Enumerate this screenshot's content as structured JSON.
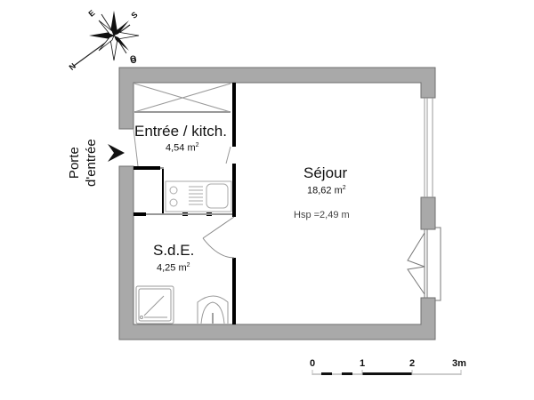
{
  "plan": {
    "colors": {
      "wall": "#a9a9a9",
      "wall_stroke": "#6e6e6e",
      "partition": "#000000",
      "fixture": "#999999",
      "text": "#111111"
    },
    "rooms": [
      {
        "id": "entree",
        "name": "Entrée / kitch.",
        "area": "4,54 m",
        "area_unit_exp": "2"
      },
      {
        "id": "sejour",
        "name": "Séjour",
        "area": "18,62 m",
        "area_unit_exp": "2",
        "ceiling_height": "Hsp =2,49 m"
      },
      {
        "id": "sde",
        "name": "S.d.E.",
        "area": "4,25 m",
        "area_unit_exp": "2"
      }
    ],
    "entrance": {
      "line1": "Porte",
      "line2": "d'entrée"
    }
  },
  "compass": {
    "n": "N",
    "e": "E",
    "s": "S",
    "o": "O"
  },
  "scale_bar": {
    "ticks": [
      "0",
      "1",
      "2",
      "3m"
    ]
  }
}
